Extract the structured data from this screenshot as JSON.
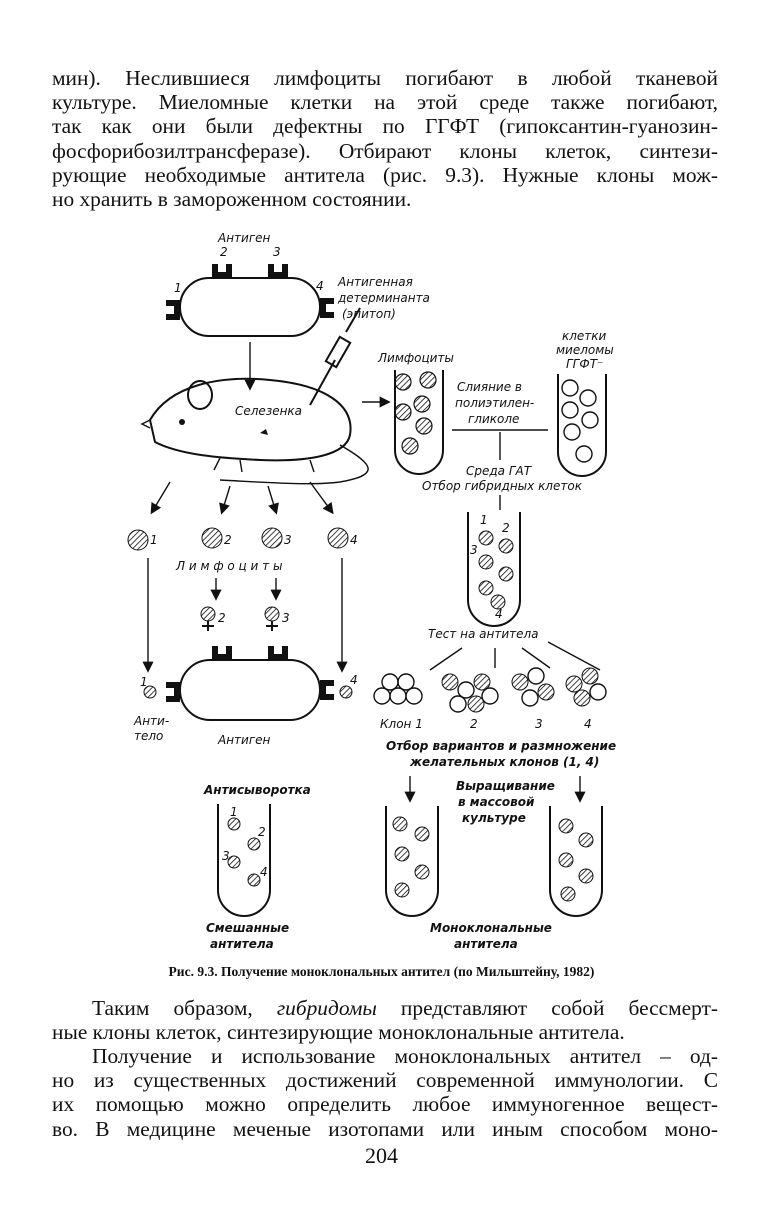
{
  "top_text": {
    "lines": [
      "мин). Неслившиеся лимфоциты погибают в любой тканевой",
      "культуре. Миеломные клетки на этой среде также погибают,",
      "так как они были дефектны по ГГФТ (гипоксантин-гуанозин-",
      "фосфорибозилтрансферазе). Отбирают клоны клеток, синтези-",
      "рующие необходимые антитела (рис. 9.3). Нужные клоны мож-",
      "но хранить в замороженном состоянии."
    ]
  },
  "figure": {
    "antigen_top": "Антиген",
    "antigenic_determinant_1": "Антигенная",
    "antigenic_determinant_2": "детерминанта",
    "antigenic_determinant_3": "(эпитоп)",
    "spleen": "Селезенка",
    "lymphocytes_tube": "Лимфоциты",
    "myeloma_1": "клетки",
    "myeloma_2": "миеломы",
    "myeloma_3": "ГГФТ⁻",
    "fusion_1": "Слияние в",
    "fusion_2": "полиэтилен-",
    "fusion_3": "гликоле",
    "hat_1": "Среда ГАТ",
    "hat_2": "Отбор гибридных клеток",
    "lymphocytes_row": "Л и м ф о ц и т ы",
    "antibody_test": "Тест на антитела",
    "clone_label": "Клон 1",
    "anti_1": "Анти-",
    "anti_2": "тело",
    "antigen_bottom": "Антиген",
    "selection_1": "Отбор вариантов и размножение",
    "selection_2": "желательных клонов (1, 4)",
    "antiserum": "Антисыворотка",
    "mass_1": "Выращивание",
    "mass_2": "в массовой",
    "mass_3": "культуре",
    "mixed_1": "Смешанные",
    "mixed_2": "антитела",
    "mono_1": "Моноклональные",
    "mono_2": "антитела",
    "n1": "1",
    "n2": "2",
    "n3": "3",
    "n4": "4"
  },
  "caption": "Рис. 9.3. Получение моноклональных антител (по Мильштейну, 1982)",
  "bottom_text": {
    "p1_line1_a": "Таким образом,",
    "p1_line1_em": "гибридомы",
    "p1_line1_b": "представляют собой бессмерт-",
    "p1_line2": "ные клоны клеток, синтезирующие моноклональные антитела.",
    "p2_lines": [
      "Получение и использование моноклональных антител – од-",
      "но из существенных достижений современной иммунологии. С",
      "их помощью можно определить любое иммуногенное вещест-",
      "во. В медицине меченые изотопами или иным способом моно-"
    ]
  },
  "page_number": "204"
}
